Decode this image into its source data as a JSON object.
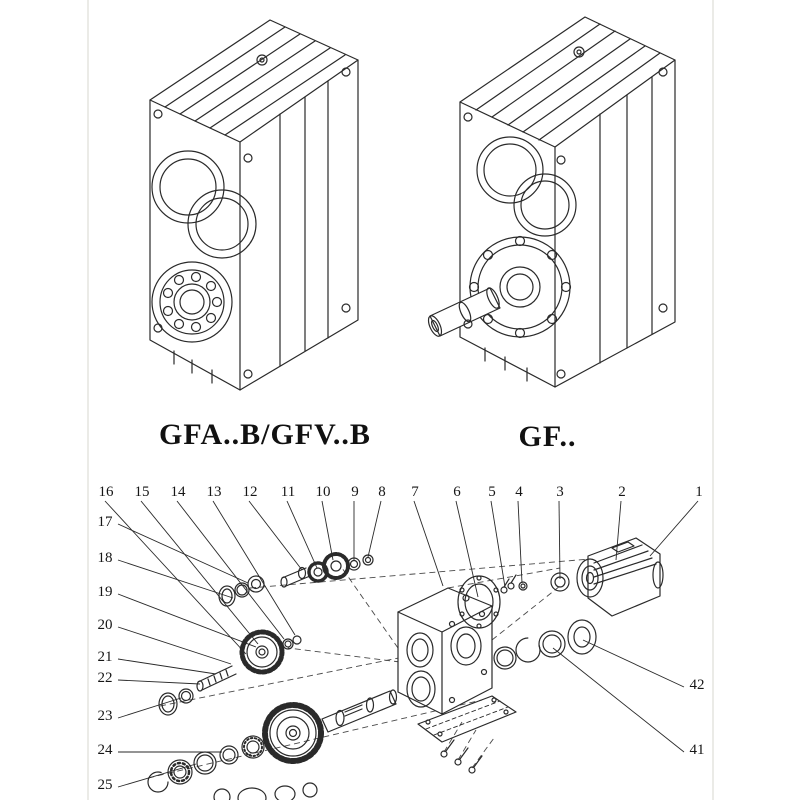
{
  "figure": {
    "left_model_label": "GFA..B/GFV..B",
    "right_model_label": "GF..",
    "callouts": {
      "top": [
        "16",
        "15",
        "14",
        "13",
        "12",
        "11",
        "10",
        "9",
        "8",
        "7",
        "6",
        "5",
        "4",
        "3",
        "2",
        "1"
      ],
      "left": [
        "17",
        "18",
        "19",
        "20",
        "21",
        "22",
        "23",
        "24",
        "25"
      ],
      "right": [
        "42",
        "41"
      ]
    }
  },
  "colors": {
    "line": "#2a2a2a",
    "background": "#ffffff"
  }
}
